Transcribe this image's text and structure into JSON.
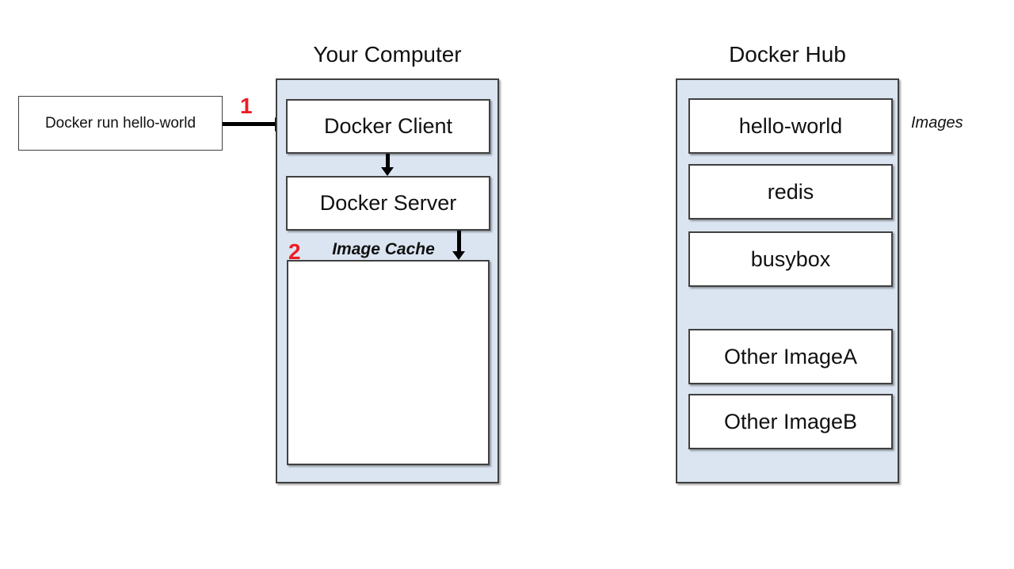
{
  "diagram": {
    "command": {
      "label": "Docker run hello-world"
    },
    "steps": {
      "one": "1",
      "two": "2"
    },
    "your_computer": {
      "title": "Your Computer",
      "client_label": "Docker Client",
      "server_label": "Docker Server",
      "image_cache_label": "Image Cache"
    },
    "docker_hub": {
      "title": "Docker Hub",
      "images_label": "Images",
      "images": [
        "hello-world",
        "redis",
        "busybox"
      ],
      "other_images": [
        "Other ImageA",
        "Other ImageB"
      ]
    },
    "colors": {
      "container_fill": "#dbe5f1",
      "box_border": "#404040",
      "step_number": "#ee1c24",
      "arrow": "#000000"
    }
  }
}
